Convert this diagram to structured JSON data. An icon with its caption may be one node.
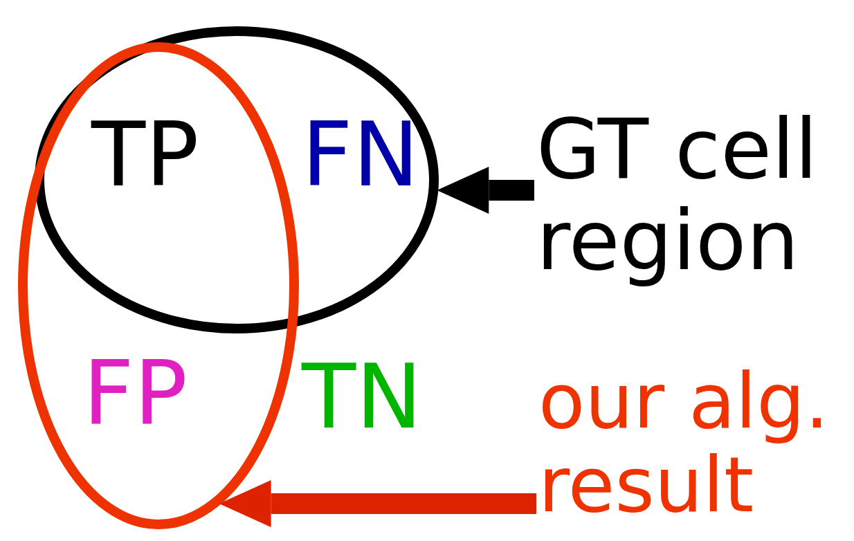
{
  "diagram": {
    "nodes": [
      {
        "text": [],
        "shape": "circle"
      },
      {
        "text": [],
        "shape": "circle"
      },
      {
        "text": [
          "GT cell region"
        ]
      },
      {
        "text": [
          "our alg. result"
        ]
      }
    ],
    "edges": [
      {
        "from": 2,
        "to": 0,
        "arrow": "to"
      },
      {
        "from": 3,
        "to": 1,
        "arrow": "to",
        "color": "#dd2200"
      }
    ],
    "labels": [
      "TP",
      "FN",
      "FP",
      "TN"
    ]
  }
}
